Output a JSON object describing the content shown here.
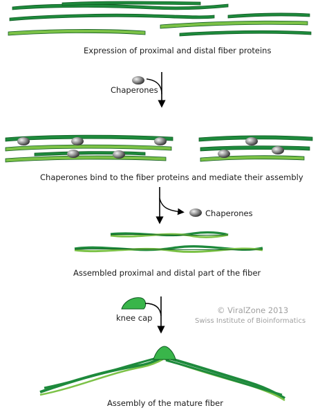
{
  "steps": {
    "expression": "Expression of proximal and distal fiber proteins",
    "chaperones_in": "Chaperones",
    "binding": "Chaperones bind to the fiber proteins and mediate their assembly",
    "chaperones_out": "Chaperones",
    "assembled": "Assembled proximal and distal part of the fiber",
    "knee_cap": "knee cap",
    "mature": "Assembly of the mature fiber"
  },
  "credit": {
    "line1": "© ViralZone 2013",
    "line2": "Swiss Institute of Bioinformatics"
  },
  "colors": {
    "fiber_dark": "#1e8a3c",
    "fiber_light": "#7cc247",
    "fiber_outline": "#0f5a22",
    "chaperone": "#6f6f6f",
    "credit_text": "#a0a0a0",
    "arrow": "#000000"
  }
}
